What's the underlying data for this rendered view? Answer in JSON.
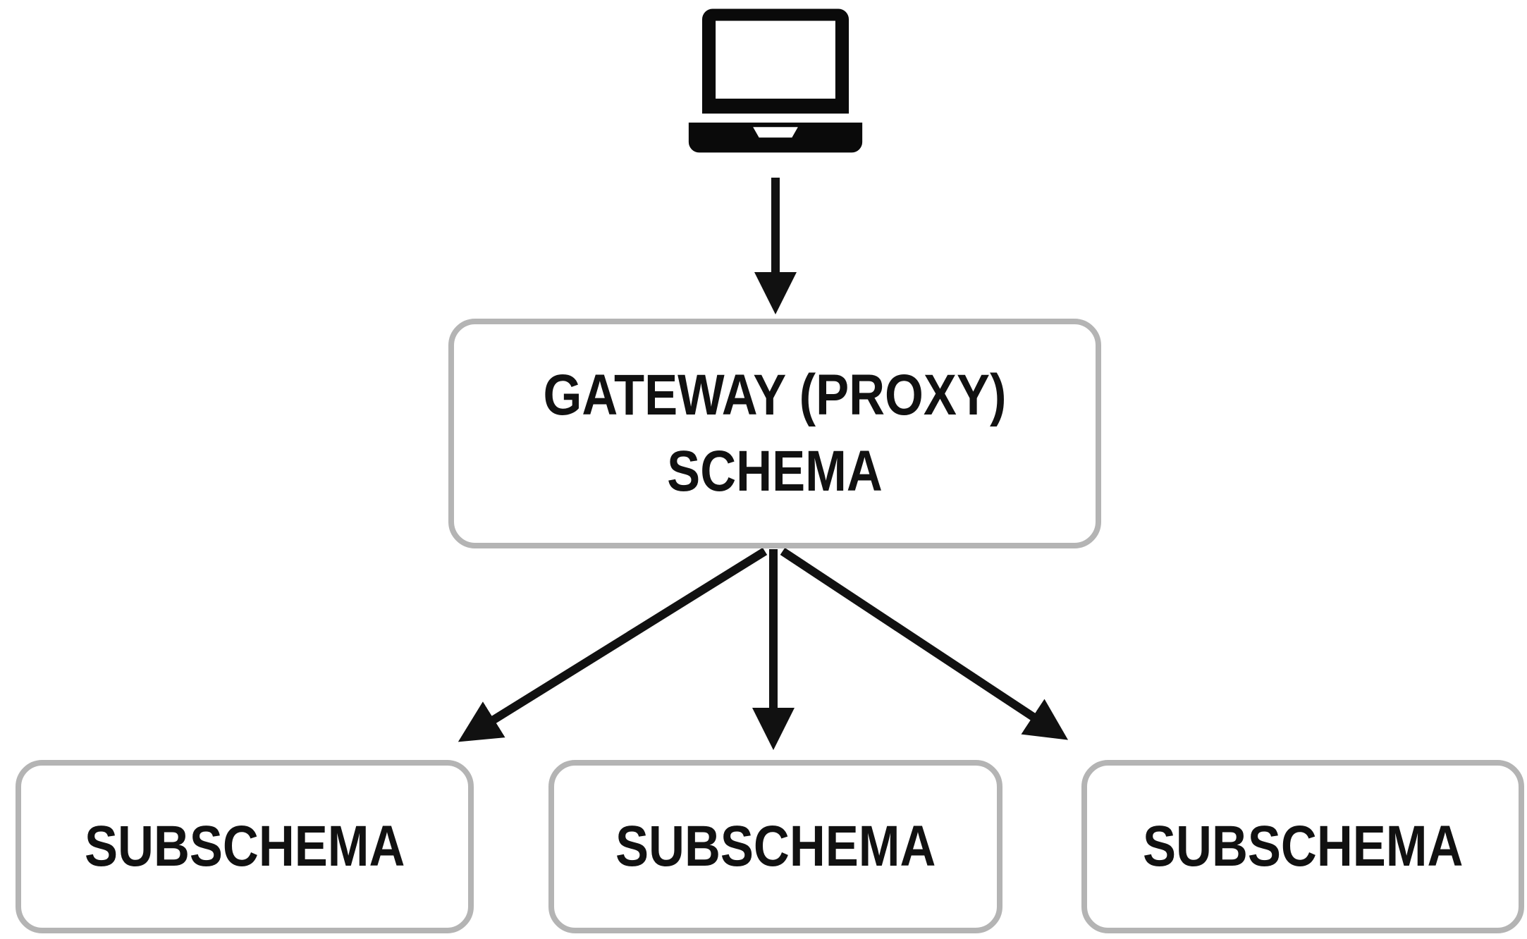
{
  "diagram": {
    "client": {
      "icon": "laptop-icon"
    },
    "gateway": {
      "label_line1": "GATEWAY (PROXY)",
      "label_line2": "SCHEMA"
    },
    "subschemas": [
      {
        "label": "SUBSCHEMA"
      },
      {
        "label": "SUBSCHEMA"
      },
      {
        "label": "SUBSCHEMA"
      }
    ],
    "connections": [
      {
        "from": "client",
        "to": "gateway"
      },
      {
        "from": "gateway",
        "to": "subschema-1"
      },
      {
        "from": "gateway",
        "to": "subschema-2"
      },
      {
        "from": "gateway",
        "to": "subschema-3"
      }
    ],
    "colors": {
      "box_border": "#b4b4b4",
      "box_fill": "#ffffff",
      "arrow": "#111111",
      "text": "#111111"
    }
  }
}
